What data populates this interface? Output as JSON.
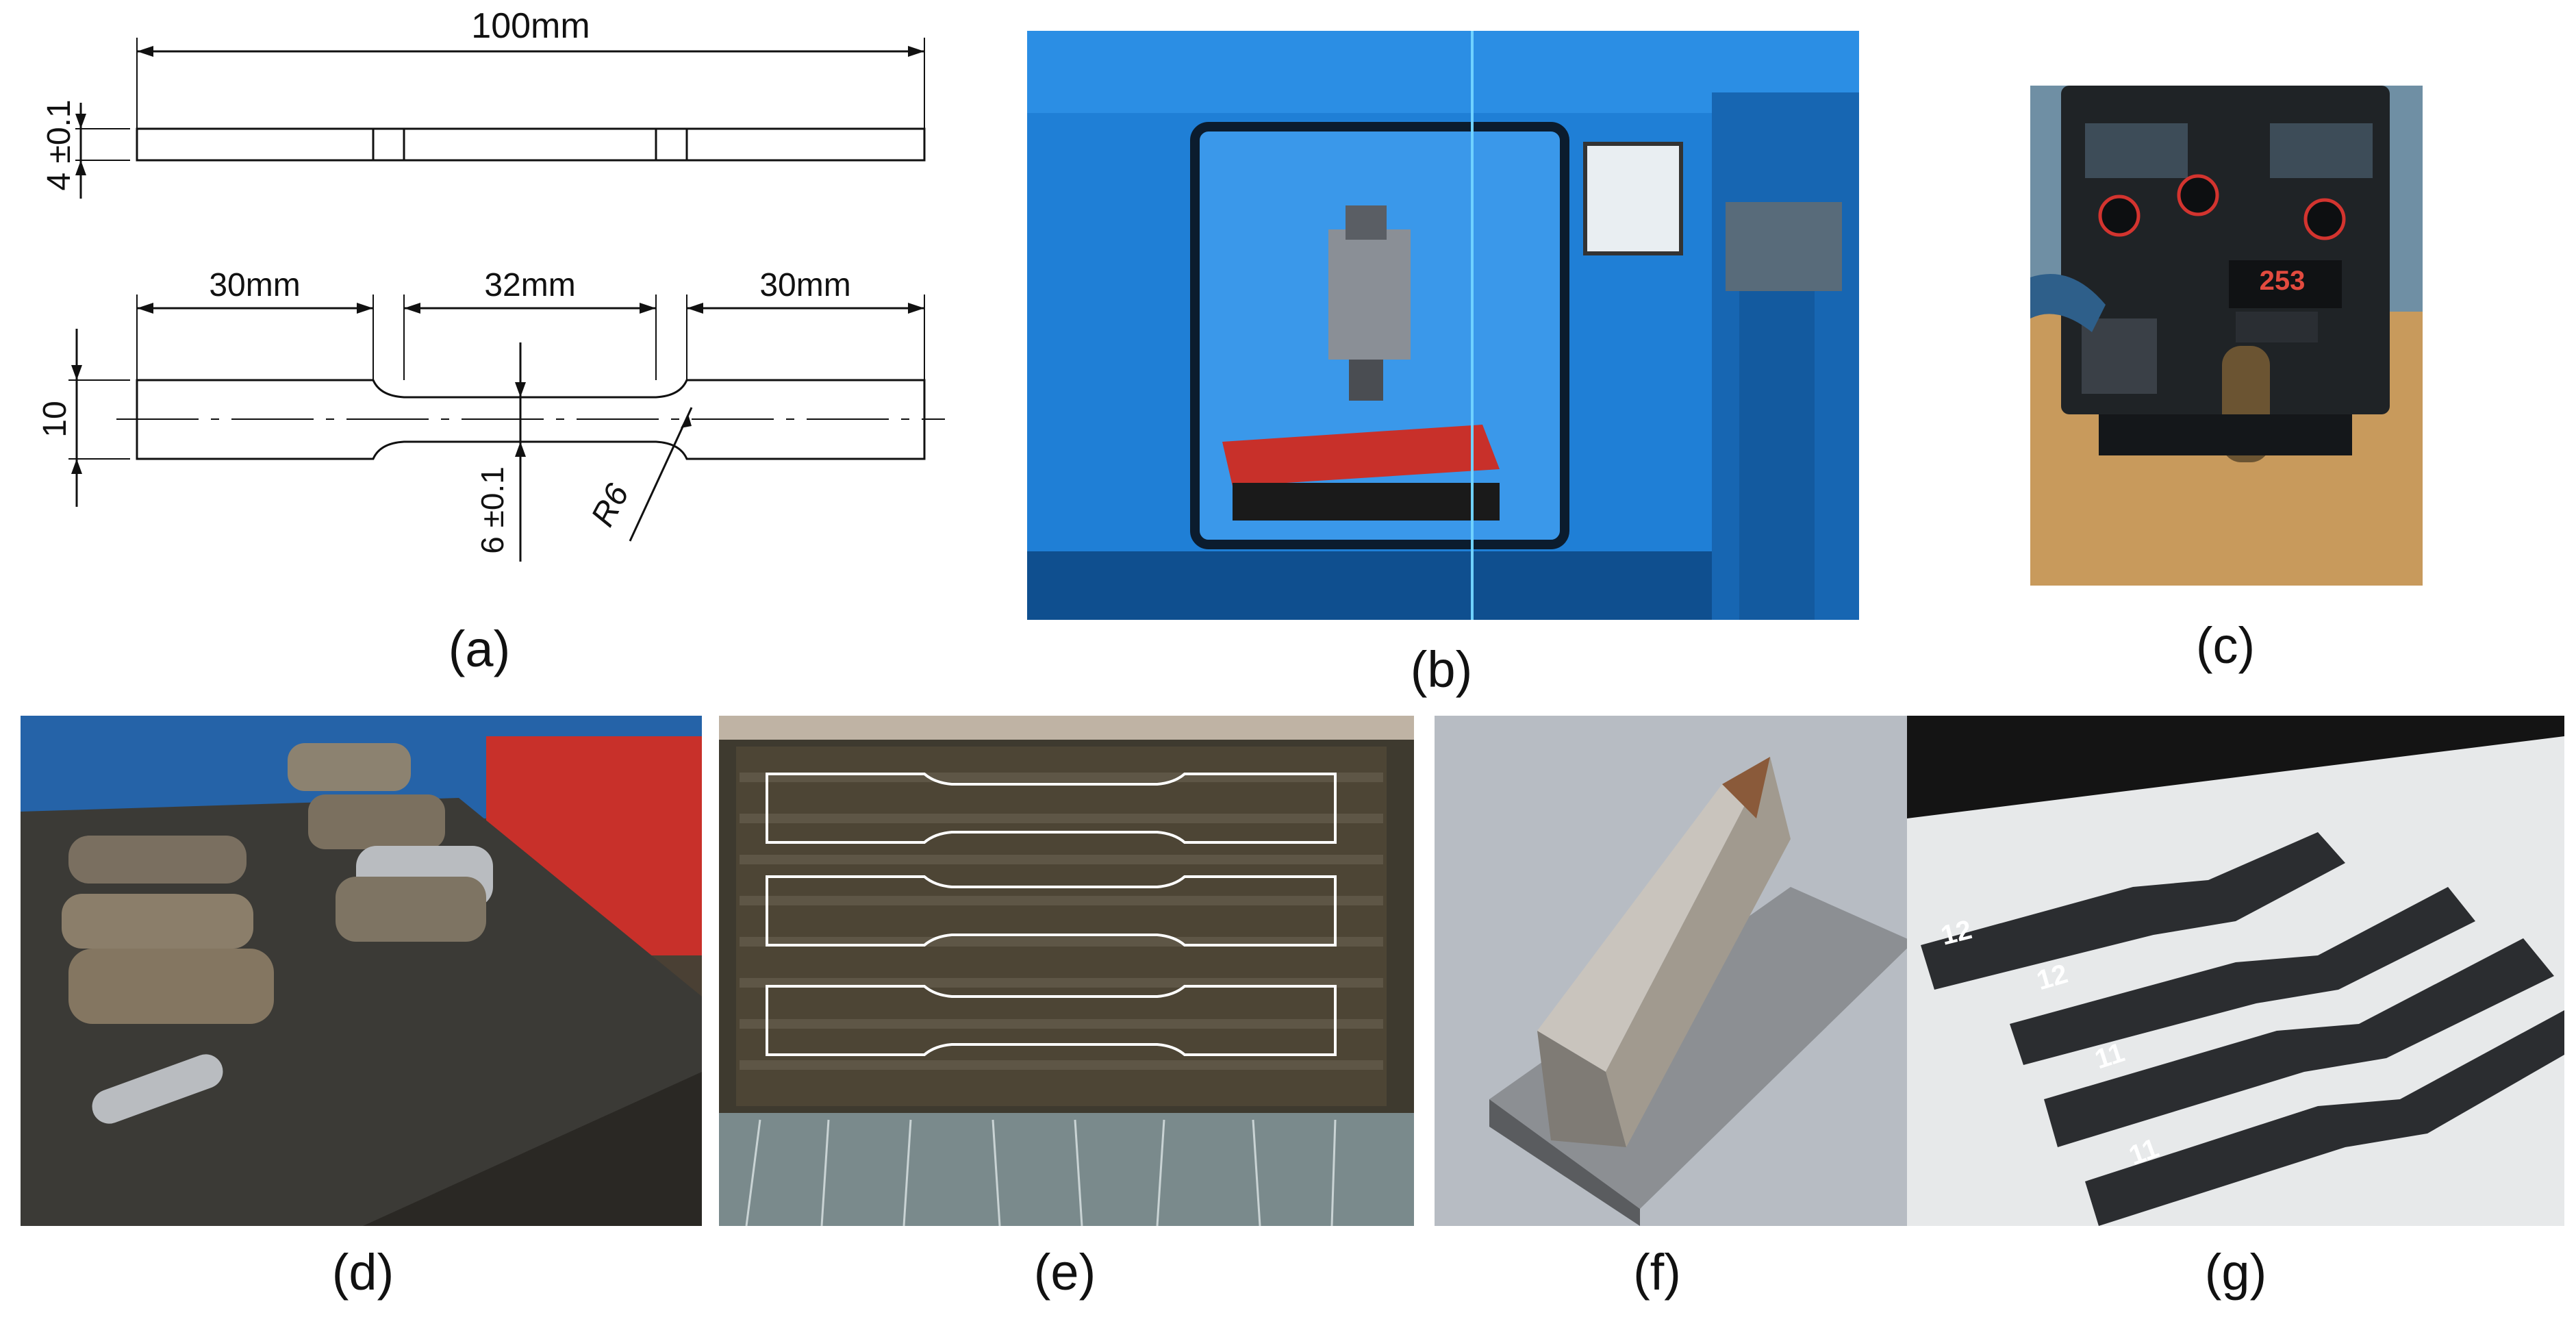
{
  "captions": {
    "a": "(a)",
    "b": "(b)",
    "c": "(c)",
    "d": "(d)",
    "e": "(e)",
    "f": "(f)",
    "g": "(g)"
  },
  "drawing": {
    "overall_length": "100mm",
    "thickness": "4 ±0.1",
    "grip_left": "30mm",
    "gauge_length": "32mm",
    "grip_right": "30mm",
    "width": "10",
    "gauge_width": "6 ±0.1",
    "radius": "R6"
  },
  "panel_c": {
    "display_text": "253"
  },
  "panel_g": {
    "labels": [
      "12",
      "12",
      "11",
      "11"
    ]
  },
  "colors": {
    "machine_blue": "#1f7fd6",
    "table_red": "#c8302a",
    "steel_dark": "#3b3a36",
    "bead_silver": "#b9bcc0"
  }
}
